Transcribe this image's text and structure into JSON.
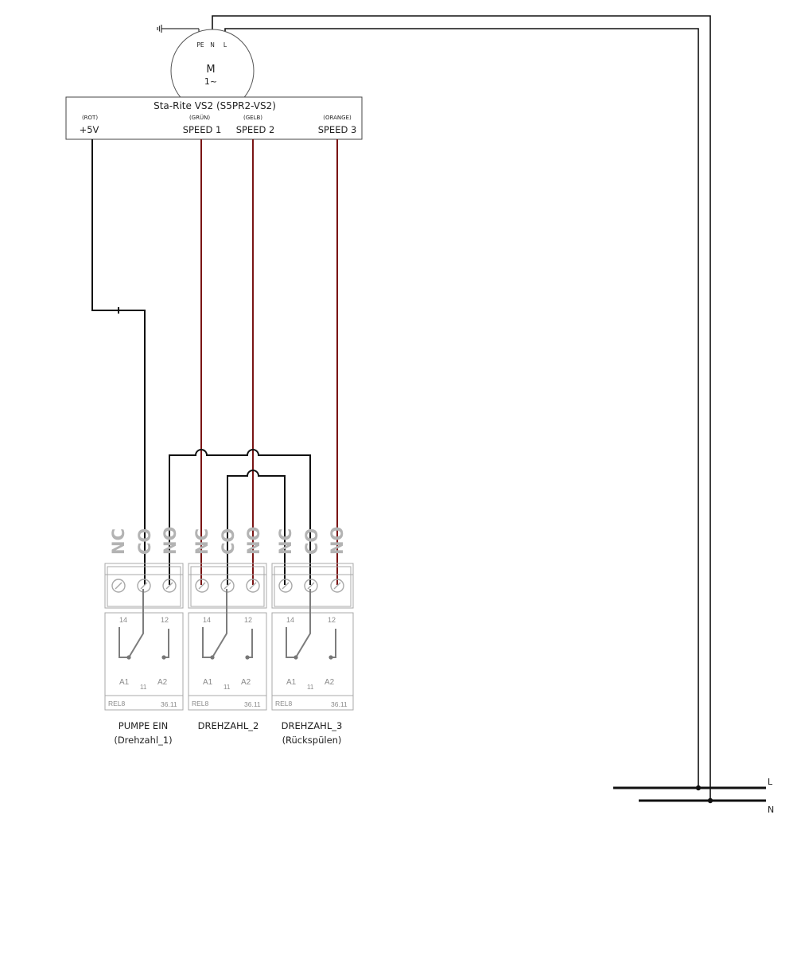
{
  "motor": {
    "symbol": "M",
    "phase": "1~",
    "terminals": {
      "pe": "PE",
      "n": "N",
      "l": "L"
    }
  },
  "controller": {
    "title": "Sta-Rite VS2 (S5PR2-VS2)",
    "pins": [
      {
        "color_label": "(ROT)",
        "label": "+5V"
      },
      {
        "color_label": "(GRÜN)",
        "label": "SPEED 1"
      },
      {
        "color_label": "(GELB)",
        "label": "SPEED 2"
      },
      {
        "color_label": "(ORANGE)",
        "label": "SPEED 3"
      }
    ]
  },
  "relays": [
    {
      "contacts": [
        "NC",
        "CO",
        "NO"
      ],
      "pin_14": "14",
      "pin_12": "12",
      "pin_11": "11",
      "coil_a1": "A1",
      "coil_a2": "A2",
      "model": "REL8",
      "type": "36.11",
      "caption_line1": "PUMPE EIN",
      "caption_line2": "(Drehzahl_1)"
    },
    {
      "contacts": [
        "NC",
        "CO",
        "NO"
      ],
      "pin_14": "14",
      "pin_12": "12",
      "pin_11": "11",
      "coil_a1": "A1",
      "coil_a2": "A2",
      "model": "REL8",
      "type": "36.11",
      "caption_line1": "DREHZAHL_2",
      "caption_line2": ""
    },
    {
      "contacts": [
        "NC",
        "CO",
        "NO"
      ],
      "pin_14": "14",
      "pin_12": "12",
      "pin_11": "11",
      "coil_a1": "A1",
      "coil_a2": "A2",
      "model": "REL8",
      "type": "36.11",
      "caption_line1": "DREHZAHL_3",
      "caption_line2": "(Rückspülen)"
    }
  ],
  "mains": {
    "l_label": "L",
    "n_label": "N"
  },
  "colors": {
    "signal_wire": "#7a1414",
    "common_wire": "#111111",
    "relay_outline": "#a8a8a8"
  }
}
